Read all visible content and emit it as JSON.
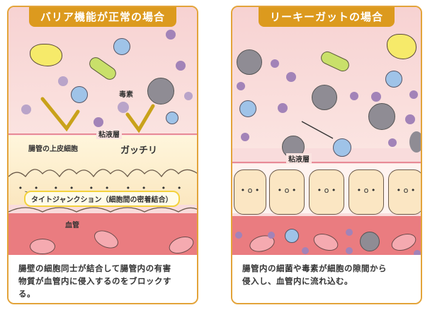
{
  "panels": [
    {
      "id": "normal",
      "title": "バリア機能が正常の場合",
      "labels": {
        "toxin": "毒素",
        "mucus_layer": "粘液層",
        "epithelial_cells": "腸管の上皮細胞",
        "gacchiri": "ガッチリ",
        "tight_junction": "タイトジャンクション（細胞間の密着結合）",
        "blood_vessel": "血管"
      },
      "caption_lines": [
        "腸壁の細胞同士が結合して腸管内の有害",
        "物質が血管内に侵入するのをブロックする。"
      ]
    },
    {
      "id": "leaky",
      "title": "リーキーガットの場合",
      "labels": {
        "mucus_layer": "粘液層"
      },
      "caption_lines": [
        "腸管内の細菌や毒素が細胞の隙間から",
        "侵入し、血管内に流れ込む。"
      ]
    }
  ],
  "colors": {
    "frame": "#e3a43a",
    "title_tab": "#dc9a1e",
    "lumen": "#f7d2d2",
    "mucus_line": "#e88a96",
    "cells": "#fbe6c3",
    "vessel": "#ea7c80",
    "virus_blue": "#9fc3e8",
    "toxin_purple": "#a283b8",
    "toxin_gray": "#8f8c94",
    "tight_junction_border": "#f4d23d"
  }
}
